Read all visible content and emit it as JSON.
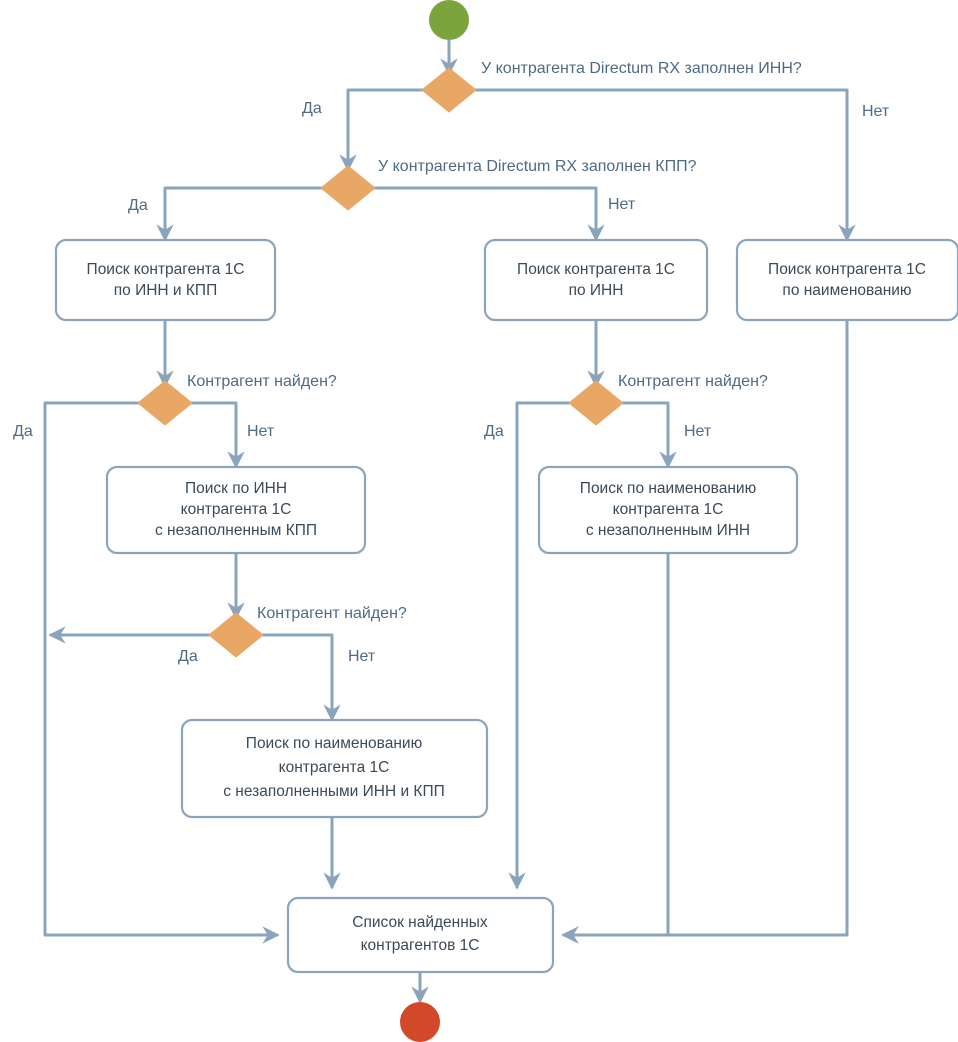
{
  "diagram": {
    "title": "Поиск контрагента 1С",
    "colors": {
      "start": "#7BA53C",
      "end": "#D2482A",
      "decision": "#E8A765",
      "box_border": "#8AA4BC",
      "edge": "#8AA4BC",
      "box_text": "#3B4A57",
      "edge_text": "#4E6A85",
      "background": "#FFFFFF"
    },
    "nodes": {
      "start": {
        "type": "start",
        "label": ""
      },
      "d1": {
        "type": "decision",
        "label": "У контрагента Directum RX заполнен ИНН?"
      },
      "d2": {
        "type": "decision",
        "label": "У контрагента Directum RX заполнен КПП?"
      },
      "p1": {
        "type": "process",
        "lines": [
          "Поиск контрагента 1С",
          "по ИНН и КПП"
        ]
      },
      "p2": {
        "type": "process",
        "lines": [
          "Поиск контрагента 1С",
          "по ИНН"
        ]
      },
      "p3": {
        "type": "process",
        "lines": [
          "Поиск контрагента 1С",
          "по наименованию"
        ]
      },
      "d3": {
        "type": "decision",
        "label": "Контрагент найден?"
      },
      "d4": {
        "type": "decision",
        "label": "Контрагент найден?"
      },
      "p4": {
        "type": "process",
        "lines": [
          "Поиск по ИНН",
          "контрагента 1С",
          "с незаполненным КПП"
        ]
      },
      "p5": {
        "type": "process",
        "lines": [
          "Поиск по наименованию",
          "контрагента 1С",
          "с незаполненным ИНН"
        ]
      },
      "d5": {
        "type": "decision",
        "label": "Контрагент найден?"
      },
      "p6": {
        "type": "process",
        "lines": [
          "Поиск по наименованию",
          "контрагента 1С",
          "с незаполненными ИНН и КПП"
        ]
      },
      "result": {
        "type": "process",
        "lines": [
          "Список найденных",
          "контрагентов 1С"
        ]
      },
      "end": {
        "type": "end",
        "label": ""
      }
    },
    "edge_labels": {
      "d1_yes": "Да",
      "d1_no": "Нет",
      "d2_yes": "Да",
      "d2_no": "Нет",
      "d3_yes": "Да",
      "d3_no": "Нет",
      "d4_yes": "Да",
      "d4_no": "Нет",
      "d5_yes": "Да",
      "d5_no": "Нет"
    }
  }
}
